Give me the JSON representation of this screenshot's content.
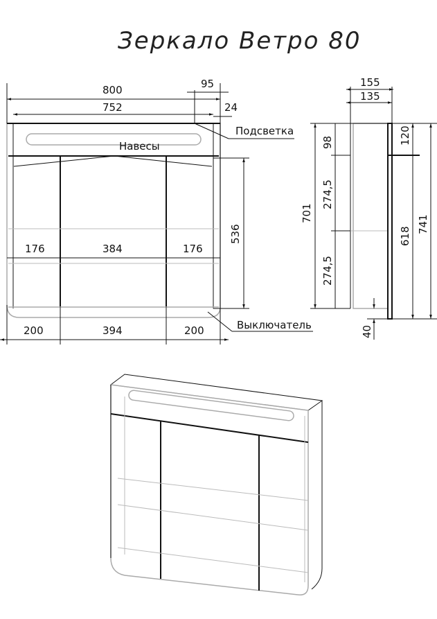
{
  "title": "Зеркало Ветро 80",
  "labels": {
    "backlight": "Подсветка",
    "hinges": "Навесы",
    "switch": "Выключатель"
  },
  "front_dimensions": {
    "overall_width": "800",
    "inner_width": "752",
    "light_offset": "95",
    "edge_offset": "24",
    "door_height": "536",
    "shelf_left": "176",
    "shelf_middle": "384",
    "shelf_right": "176",
    "bottom_left": "200",
    "bottom_middle": "394",
    "bottom_right": "200"
  },
  "side_dimensions": {
    "depth_total": "155",
    "depth_body": "135",
    "body_height": "701",
    "top_gap": "98",
    "shelf_upper": "274,5",
    "shelf_lower": "274,5",
    "top_panel": "120",
    "mirror_height": "618",
    "total_height": "741",
    "bottom_offset": "40"
  }
}
